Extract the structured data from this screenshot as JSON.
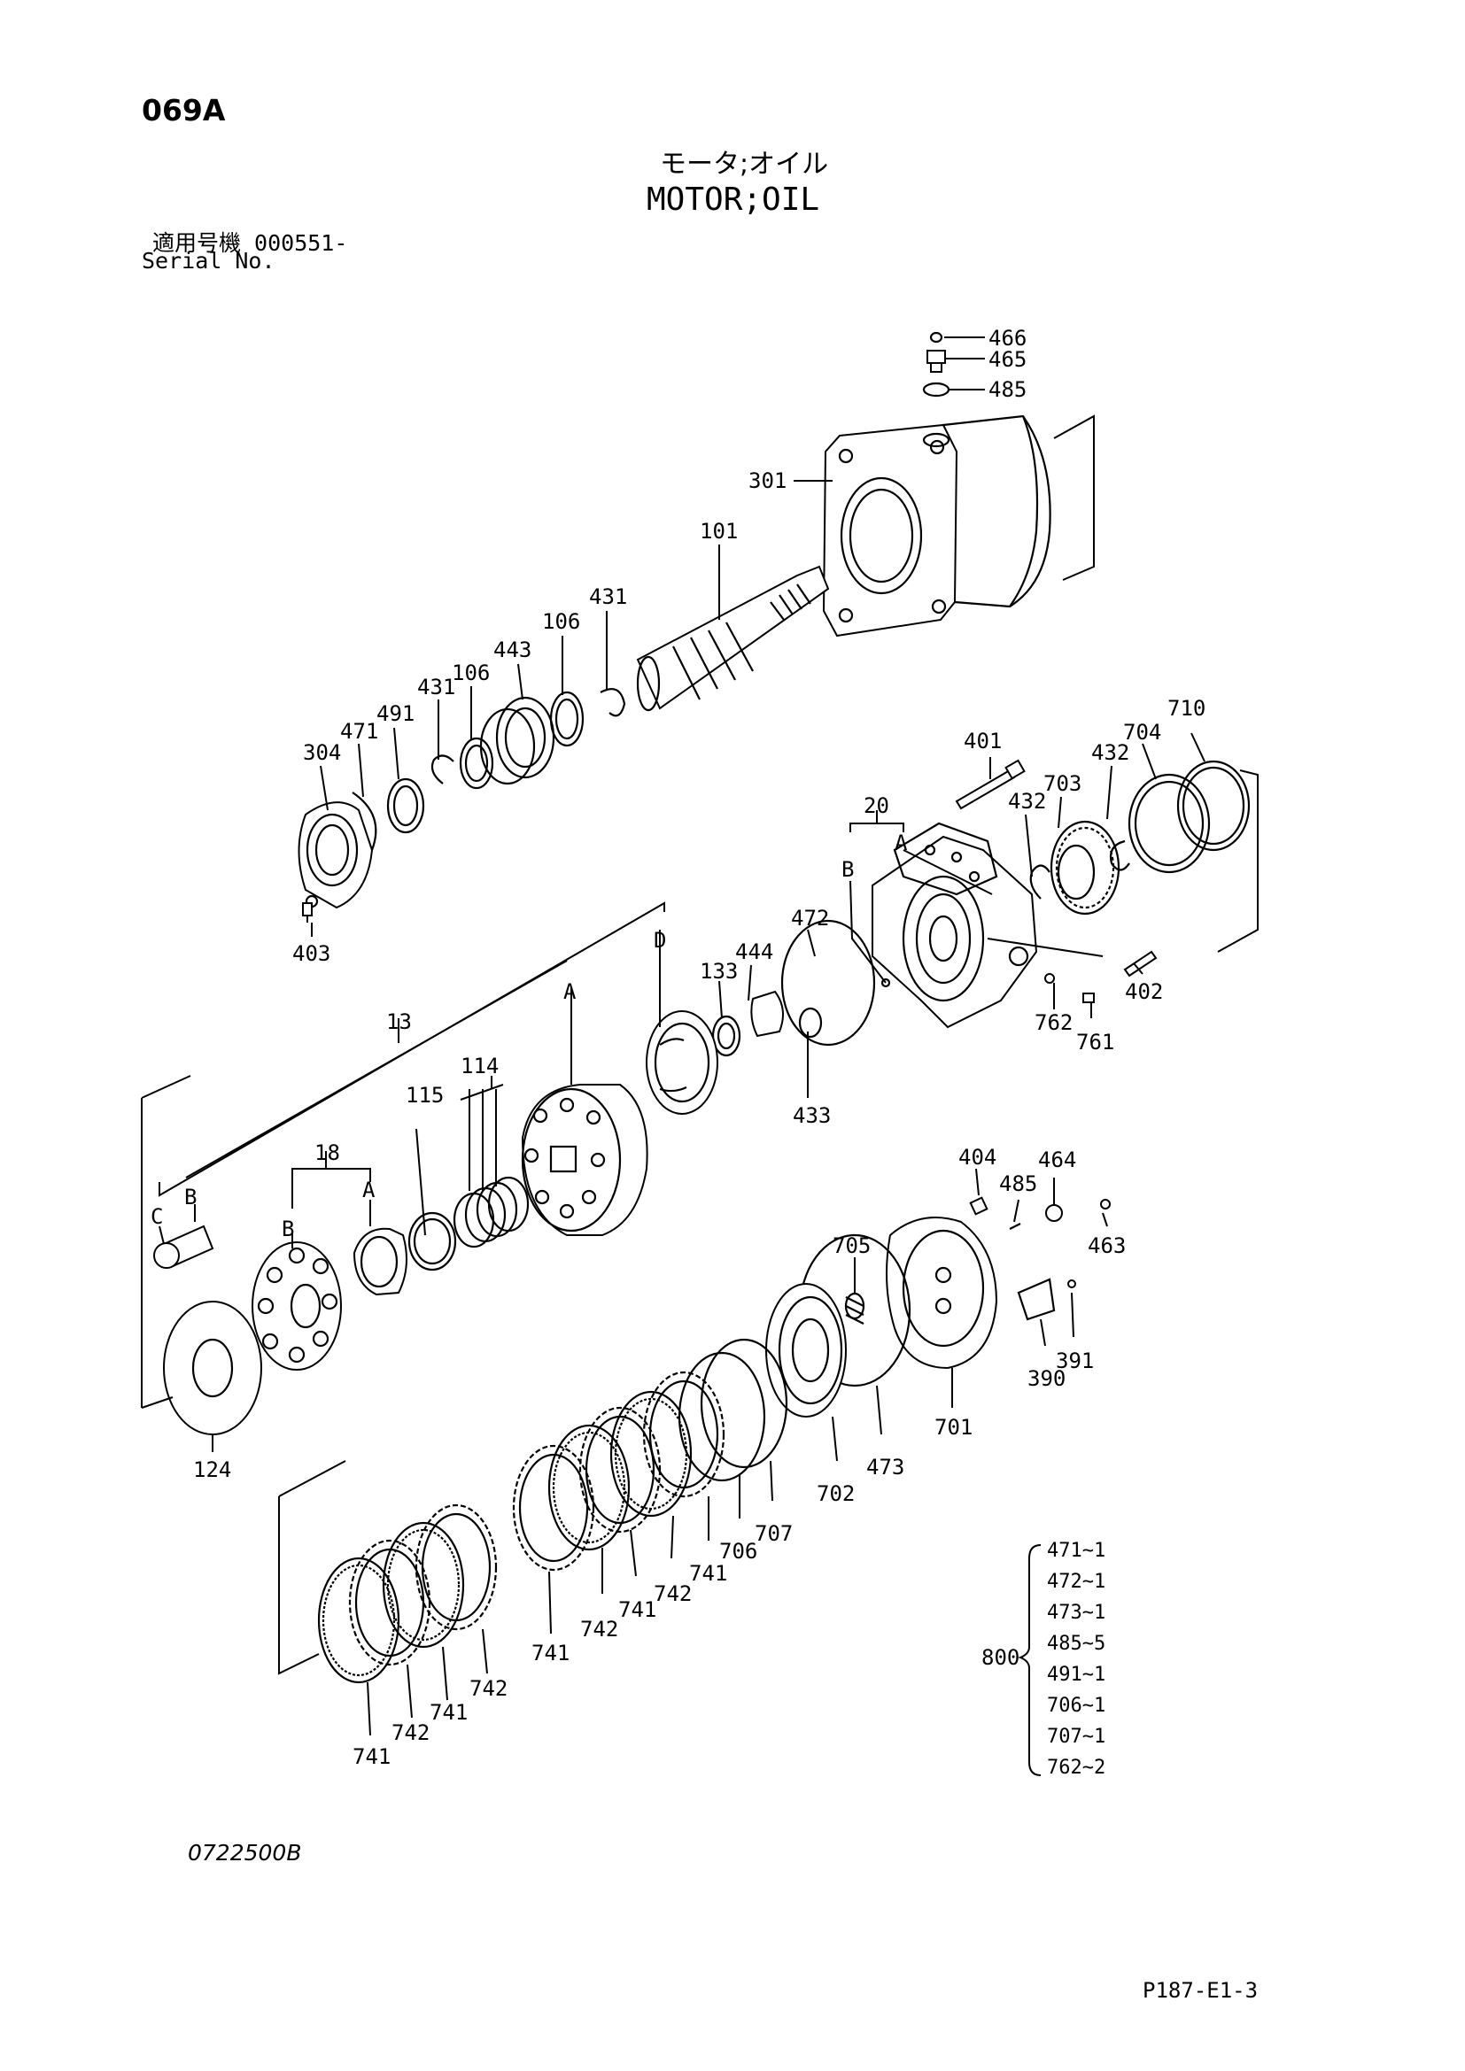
{
  "header": {
    "page_code": "069A",
    "title_jp": "モータ;オイル",
    "title_en": "MOTOR;OIL",
    "serial_jp": "適用号機  000551-",
    "serial_en": "Serial No."
  },
  "footer": {
    "drawing_number": "0722500B",
    "page_ref": "P187-E1-3"
  },
  "callouts": [
    {
      "id": "c466",
      "text": "466"
    },
    {
      "id": "c465",
      "text": "465"
    },
    {
      "id": "c485a",
      "text": "485"
    },
    {
      "id": "c301",
      "text": "301"
    },
    {
      "id": "c101",
      "text": "101"
    },
    {
      "id": "c431a",
      "text": "431"
    },
    {
      "id": "c106a",
      "text": "106"
    },
    {
      "id": "c443",
      "text": "443"
    },
    {
      "id": "c106b",
      "text": "106"
    },
    {
      "id": "c431b",
      "text": "431"
    },
    {
      "id": "c491",
      "text": "491"
    },
    {
      "id": "c471",
      "text": "471"
    },
    {
      "id": "c304",
      "text": "304"
    },
    {
      "id": "c403",
      "text": "403"
    },
    {
      "id": "c710",
      "text": "710"
    },
    {
      "id": "c704",
      "text": "704"
    },
    {
      "id": "c432a",
      "text": "432"
    },
    {
      "id": "c703",
      "text": "703"
    },
    {
      "id": "c432b",
      "text": "432"
    },
    {
      "id": "c401",
      "text": "401"
    },
    {
      "id": "c20",
      "text": "20"
    },
    {
      "id": "cA1",
      "text": "A"
    },
    {
      "id": "cB1",
      "text": "B"
    },
    {
      "id": "c402",
      "text": "402"
    },
    {
      "id": "c762",
      "text": "762"
    },
    {
      "id": "c761",
      "text": "761"
    },
    {
      "id": "c472",
      "text": "472"
    },
    {
      "id": "c444",
      "text": "444"
    },
    {
      "id": "c133",
      "text": "133"
    },
    {
      "id": "c433",
      "text": "433"
    },
    {
      "id": "cD",
      "text": "D"
    },
    {
      "id": "cA2",
      "text": "A"
    },
    {
      "id": "c13",
      "text": "13"
    },
    {
      "id": "c114",
      "text": "114"
    },
    {
      "id": "c115",
      "text": "115"
    },
    {
      "id": "c18",
      "text": "18"
    },
    {
      "id": "cA3",
      "text": "A"
    },
    {
      "id": "cB2",
      "text": "B"
    },
    {
      "id": "cB3",
      "text": "B"
    },
    {
      "id": "cC",
      "text": "C"
    },
    {
      "id": "c124",
      "text": "124"
    },
    {
      "id": "c404",
      "text": "404"
    },
    {
      "id": "c464",
      "text": "464"
    },
    {
      "id": "c485b",
      "text": "485"
    },
    {
      "id": "c463",
      "text": "463"
    },
    {
      "id": "c705",
      "text": "705"
    },
    {
      "id": "c390",
      "text": "390"
    },
    {
      "id": "c391",
      "text": "391"
    },
    {
      "id": "c701",
      "text": "701"
    },
    {
      "id": "c473",
      "text": "473"
    },
    {
      "id": "c702",
      "text": "702"
    },
    {
      "id": "c707",
      "text": "707"
    },
    {
      "id": "c706",
      "text": "706"
    },
    {
      "id": "c741a",
      "text": "741"
    },
    {
      "id": "c742a",
      "text": "742"
    },
    {
      "id": "c741b",
      "text": "741"
    },
    {
      "id": "c742b",
      "text": "742"
    },
    {
      "id": "c741c",
      "text": "741"
    },
    {
      "id": "c742c",
      "text": "742"
    },
    {
      "id": "c741d",
      "text": "741"
    },
    {
      "id": "c742d",
      "text": "742"
    },
    {
      "id": "c741e",
      "text": "741"
    }
  ],
  "seal_kit": {
    "label": "800",
    "items": [
      "471~1",
      "472~1",
      "473~1",
      "485~5",
      "491~1",
      "706~1",
      "707~1",
      "762~2"
    ]
  }
}
